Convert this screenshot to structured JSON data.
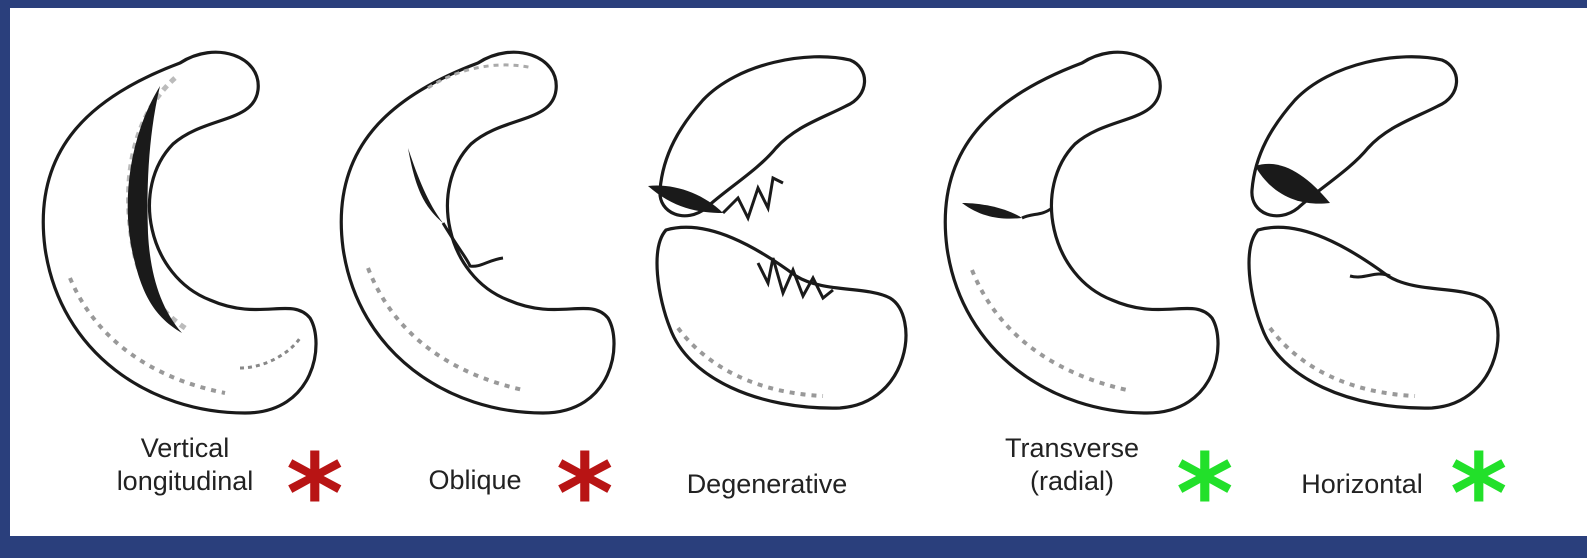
{
  "figure": {
    "tears": [
      {
        "id": "vertical-longitudinal",
        "label_lines": [
          "Vertical",
          "longitudinal"
        ],
        "marker": "*",
        "marker_color": "#b81414"
      },
      {
        "id": "oblique",
        "label_lines": [
          "Oblique"
        ],
        "marker": "*",
        "marker_color": "#b81414"
      },
      {
        "id": "degenerative",
        "label_lines": [
          "Degenerative"
        ]
      },
      {
        "id": "transverse",
        "label_lines": [
          "Transverse",
          "(radial)"
        ],
        "marker": "*",
        "marker_color": "#22e02a"
      },
      {
        "id": "horizontal",
        "label_lines": [
          "Horizontal"
        ],
        "marker": "*",
        "marker_color": "#22e02a"
      }
    ],
    "colors": {
      "background_frame": "#2a3f7c",
      "panel": "#ffffff",
      "ink": "#1a1a1a"
    }
  }
}
